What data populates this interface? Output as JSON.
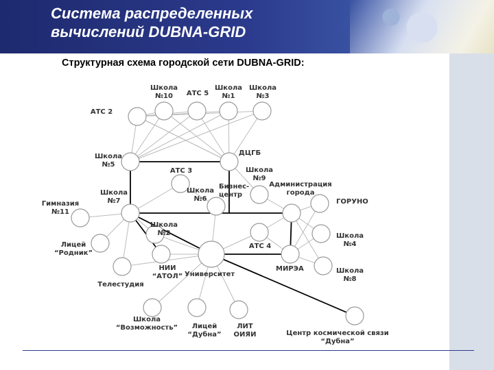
{
  "title_line1": "Система распределенных",
  "title_line2": "вычислений DUBNA-GRID",
  "subtitle": "Структурная схема городской сети DUBNA-GRID:",
  "colors": {
    "header": "#1e2a6e",
    "node_fill": "#ffffff",
    "node_stroke": "#999999",
    "link_main": "#000000",
    "link_light": "#bbbbbb"
  },
  "nodes": [
    {
      "id": "school10",
      "lines": [
        "Школа",
        "№10"
      ]
    },
    {
      "id": "ats5",
      "lines": [
        "АТС 5"
      ]
    },
    {
      "id": "school1",
      "lines": [
        "Школа",
        "№1"
      ]
    },
    {
      "id": "school3",
      "lines": [
        "Школа",
        "№3"
      ]
    },
    {
      "id": "ats2",
      "lines": [
        "АТС 2"
      ]
    },
    {
      "id": "school5",
      "lines": [
        "Школа",
        "№5"
      ]
    },
    {
      "id": "dcgb",
      "lines": [
        "ДЦГБ"
      ]
    },
    {
      "id": "ats3",
      "lines": [
        "АТС 3"
      ]
    },
    {
      "id": "school9",
      "lines": [
        "Школа",
        "№9"
      ]
    },
    {
      "id": "school7",
      "lines": [
        "Школа",
        "№7"
      ]
    },
    {
      "id": "school6",
      "lines": [
        "Школа",
        "№6"
      ]
    },
    {
      "id": "business",
      "lines": [
        "Бизнес-",
        "центр"
      ]
    },
    {
      "id": "admin",
      "lines": [
        "Администрация",
        "города"
      ]
    },
    {
      "id": "goruno",
      "lines": [
        "ГОРУНО"
      ]
    },
    {
      "id": "gymn",
      "lines": [
        "Гимназия",
        "№11"
      ]
    },
    {
      "id": "school2",
      "lines": [
        "Школа",
        "№2"
      ]
    },
    {
      "id": "ats4",
      "lines": [
        "АТС 4"
      ]
    },
    {
      "id": "school4",
      "lines": [
        "Школа",
        "№4"
      ]
    },
    {
      "id": "lyceum",
      "lines": [
        "Лицей",
        "“Родник”"
      ]
    },
    {
      "id": "nii",
      "lines": [
        "НИИ",
        "“АТОЛ”"
      ]
    },
    {
      "id": "univ",
      "lines": [
        "Университет"
      ]
    },
    {
      "id": "mirea",
      "lines": [
        "МИРЭА"
      ]
    },
    {
      "id": "school8",
      "lines": [
        "Школа",
        "№8"
      ]
    },
    {
      "id": "telestudio",
      "lines": [
        "Телестудия"
      ]
    },
    {
      "id": "vozm",
      "lines": [
        "Школа",
        "“Возможность”"
      ]
    },
    {
      "id": "lyceum_dubna",
      "lines": [
        "Лицей",
        "“Дубна”"
      ]
    },
    {
      "id": "lit",
      "lines": [
        "ЛИТ",
        "ОИЯИ"
      ]
    },
    {
      "id": "space",
      "lines": [
        "Центр  космической  связи",
        "“Дубна”"
      ]
    }
  ]
}
